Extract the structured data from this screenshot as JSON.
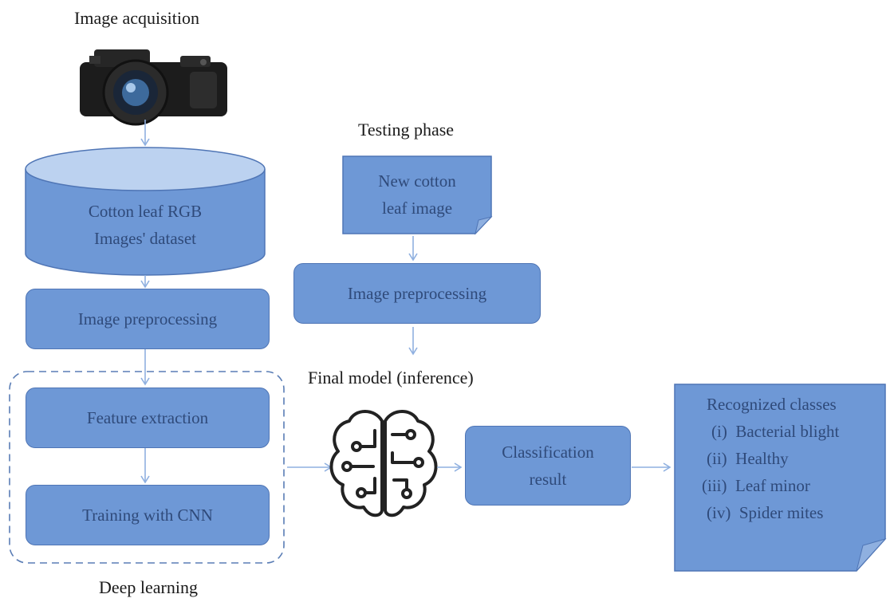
{
  "labels": {
    "image_acquisition": "Image acquisition",
    "testing_phase": "Testing phase",
    "final_model": "Final model (inference)",
    "deep_learning": "Deep learning"
  },
  "boxes": {
    "dataset_line1": "Cotton leaf RGB",
    "dataset_line2": "Images' dataset",
    "preprocessing_train": "Image preprocessing",
    "feature_extraction": "Feature extraction",
    "training_cnn": "Training with CNN",
    "new_image_line1": "New cotton",
    "new_image_line2": "leaf image",
    "preprocessing_test": "Image preprocessing",
    "classification_line1": "Classification",
    "classification_line2": "result"
  },
  "recognized": {
    "title": "Recognized classes",
    "items": [
      "(i)  Bacterial blight",
      "(ii)  Healthy",
      "(iii)  Leaf minor",
      "(iv)  Spider mites"
    ]
  },
  "colors": {
    "box_fill": "#6e98d6",
    "box_border": "#4f75b5",
    "arrow": "#8fb0e0",
    "dashed": "#5a7db5",
    "text": "#2f4a7a"
  },
  "icons": [
    "camera-icon",
    "brain-circuit-icon"
  ]
}
